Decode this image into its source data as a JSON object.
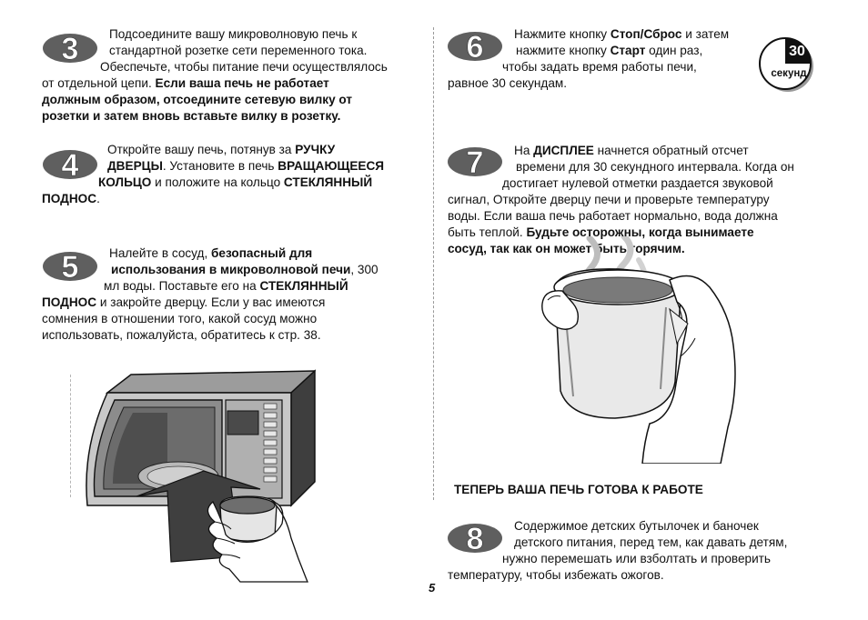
{
  "step3": {
    "number": "3",
    "lines": [
      [
        {
          "t": "Подсоедините вашу микроволновую печь к",
          "b": false
        }
      ],
      [
        {
          "t": "стандартной розетке сети переменного тока.",
          "b": false
        }
      ],
      [
        {
          "t": "Обеспечьте, чтобы питание печи осуществлялось",
          "b": false
        }
      ],
      [
        {
          "t": "от отдельной цепи. ",
          "b": false
        },
        {
          "t": "Если ваша печь не работает",
          "b": true
        }
      ],
      [
        {
          "t": "должным образом, отсоедините сетевую вилку от",
          "b": true
        }
      ],
      [
        {
          "t": "розетки и затем вновь вставьте вилку в розетку.",
          "b": true
        }
      ]
    ]
  },
  "step4": {
    "number": "4",
    "lines": [
      [
        {
          "t": "Откройте вашу печь, потянув за ",
          "b": false
        },
        {
          "t": "РУЧКУ",
          "b": true
        }
      ],
      [
        {
          "t": "ДВЕРЦЫ",
          "b": true
        },
        {
          "t": ". Установите в печь ",
          "b": false
        },
        {
          "t": "ВРАЩАЮЩЕЕСЯ",
          "b": true
        }
      ],
      [
        {
          "t": "КОЛЬЦО",
          "b": true
        },
        {
          "t": " и положите на кольцо ",
          "b": false
        },
        {
          "t": "СТЕКЛЯННЫЙ",
          "b": true
        }
      ],
      [
        {
          "t": "ПОДНОС",
          "b": true
        },
        {
          "t": ".",
          "b": false
        }
      ]
    ]
  },
  "step5": {
    "number": "5",
    "lines": [
      [
        {
          "t": "Налейте в сосуд, ",
          "b": false
        },
        {
          "t": "безопасный для",
          "b": true
        }
      ],
      [
        {
          "t": "использования в микроволновой печи",
          "b": true
        },
        {
          "t": ", 300",
          "b": false
        }
      ],
      [
        {
          "t": "мл воды. Поставьте его на ",
          "b": false
        },
        {
          "t": "СТЕКЛЯННЫЙ",
          "b": true
        }
      ],
      [
        {
          "t": "ПОДНОС",
          "b": true
        },
        {
          "t": " и закройте дверцу. Если у вас имеются",
          "b": false
        }
      ],
      [
        {
          "t": "сомнения в отношении того, какой сосуд можно",
          "b": false
        }
      ],
      [
        {
          "t": "использовать, пожалуйста, обратитесь к стр. 38.",
          "b": false
        }
      ]
    ]
  },
  "step6": {
    "number": "6",
    "lines": [
      [
        {
          "t": "Нажмите кнопку ",
          "b": false
        },
        {
          "t": "Стоп/Сброс",
          "b": true
        },
        {
          "t": " и затем",
          "b": false
        }
      ],
      [
        {
          "t": "нажмите кнопку ",
          "b": false
        },
        {
          "t": "Старт",
          "b": true
        },
        {
          "t": " один раз,",
          "b": false
        }
      ],
      [
        {
          "t": "чтобы задать время работы печи,",
          "b": false
        }
      ],
      [
        {
          "t": "равное 30 секундам.",
          "b": false
        }
      ]
    ]
  },
  "timer": {
    "value": "30",
    "label": "секунд"
  },
  "step7": {
    "number": "7",
    "lines": [
      [
        {
          "t": "На ",
          "b": false
        },
        {
          "t": "ДИСПЛЕЕ",
          "b": true
        },
        {
          "t": " начнется обратный отсчет",
          "b": false
        }
      ],
      [
        {
          "t": "времени для 30 секундного интервала. Когда он",
          "b": false
        }
      ],
      [
        {
          "t": "достигает нулевой отметки раздается звуковой",
          "b": false
        }
      ],
      [
        {
          "t": "сигнал, Откройте дверцу печи и проверьте температуру",
          "b": false
        }
      ],
      [
        {
          "t": "воды. Если ваша печь работает нормально, вода должна",
          "b": false
        }
      ],
      [
        {
          "t": "быть теплой. ",
          "b": false
        },
        {
          "t": "Будьте осторожны, когда вынимаете",
          "b": true
        }
      ],
      [
        {
          "t": "сосуд, так как он может быть горячим.",
          "b": true
        }
      ]
    ]
  },
  "ready_heading": "ТЕПЕРЬ ВАША ПЕЧЬ ГОТОВА К РАБОТЕ",
  "step8": {
    "number": "8",
    "lines": [
      [
        {
          "t": "Содержимое детских бутылочек и баночек",
          "b": false
        }
      ],
      [
        {
          "t": "детского питания, перед тем, как давать детям,",
          "b": false
        }
      ],
      [
        {
          "t": "нужно перемешать или взболтать и проверить",
          "b": false
        }
      ],
      [
        {
          "t": "температуру, чтобы избежать ожогов.",
          "b": false
        }
      ]
    ]
  },
  "page_number": "5",
  "colors": {
    "badge_fill": "#5f5f5f",
    "badge_text": "#ffffff",
    "ink": "#111111",
    "oven_dark": "#3e3e3e",
    "oven_mid": "#8c8c8c",
    "oven_light": "#c8c8c8"
  }
}
